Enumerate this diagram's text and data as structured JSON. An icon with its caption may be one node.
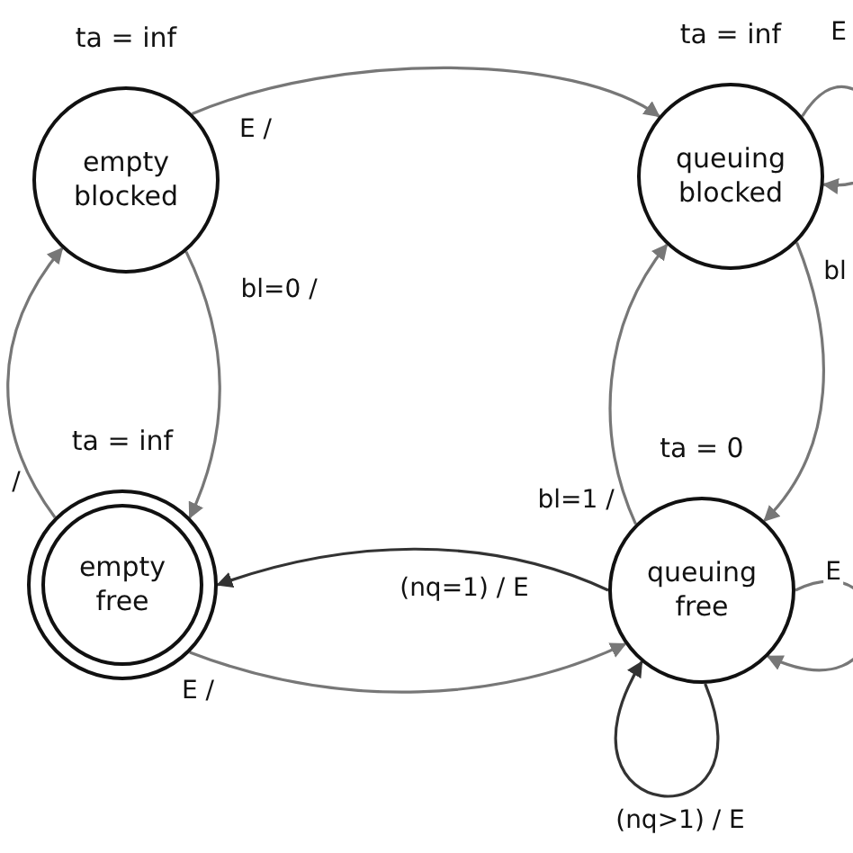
{
  "diagram": {
    "nodes": [
      {
        "text": [
          "empty blocked"
        ],
        "beside": [
          "ta = inf"
        ]
      },
      {
        "text": [
          "queuing blocked"
        ],
        "beside": [
          "ta = inf"
        ]
      },
      {
        "text": [
          "empty free"
        ],
        "beside": [
          "ta = inf"
        ]
      },
      {
        "text": [
          "queuing free"
        ],
        "beside": [
          "ta = 0"
        ]
      }
    ],
    "edges": [
      {
        "from": 0,
        "to": 1,
        "arrow": "to",
        "label": "E /"
      },
      {
        "from": 0,
        "to": 2,
        "arrow": "to",
        "label": "bl=0 /"
      },
      {
        "from": 2,
        "to": 0,
        "arrow": "to",
        "label": "/"
      },
      {
        "from": 3,
        "to": 2,
        "arrow": "to",
        "label": "(nq=1) / E",
        "color": "#333333"
      },
      {
        "from": 2,
        "to": 3,
        "arrow": "to",
        "label": "E /"
      },
      {
        "from": 3,
        "to": 3,
        "arrow": "to",
        "label": "(nq>1) / E",
        "color": "#333333"
      },
      {
        "from": 3,
        "to": 1,
        "arrow": "to",
        "label": "bl=1 /"
      },
      {
        "from": 1,
        "to": 3,
        "arrow": "to",
        "label": "bl"
      },
      {
        "from": 1,
        "to": 1,
        "arrow": "to",
        "label": "E"
      },
      {
        "from": 3,
        "to": 3,
        "arrow": "to",
        "label": "E"
      }
    ]
  }
}
